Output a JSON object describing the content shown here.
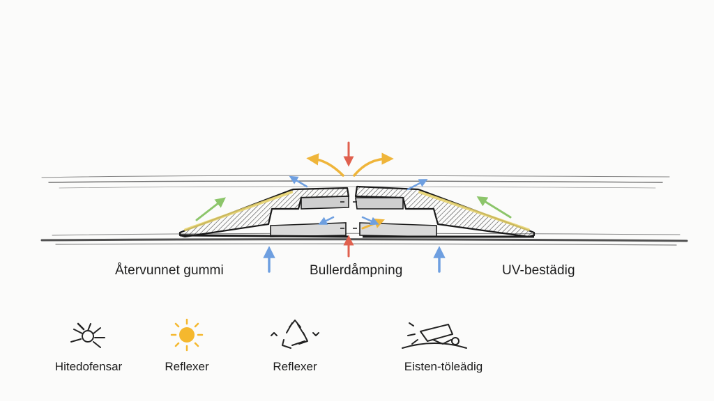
{
  "callouts": {
    "left": "Återvunnet gummi",
    "center": "Bullerdåmpning",
    "right": "UV-bestädig"
  },
  "icons": [
    {
      "label": "Hitedofensar",
      "icon": "heat-ray-icon"
    },
    {
      "label": "Reflexer",
      "icon": "sun-icon"
    },
    {
      "label": "Reflexer",
      "icon": "recycle-icon"
    },
    {
      "label": "Eisten-töleädig",
      "icon": "tire-wear-icon"
    }
  ],
  "colors": {
    "ink": "#222222",
    "arrow_red": "#e0604e",
    "arrow_yellow": "#efb53a",
    "arrow_blue": "#6e9fe0",
    "arrow_green": "#8cc56a",
    "sun": "#f5b82e"
  }
}
